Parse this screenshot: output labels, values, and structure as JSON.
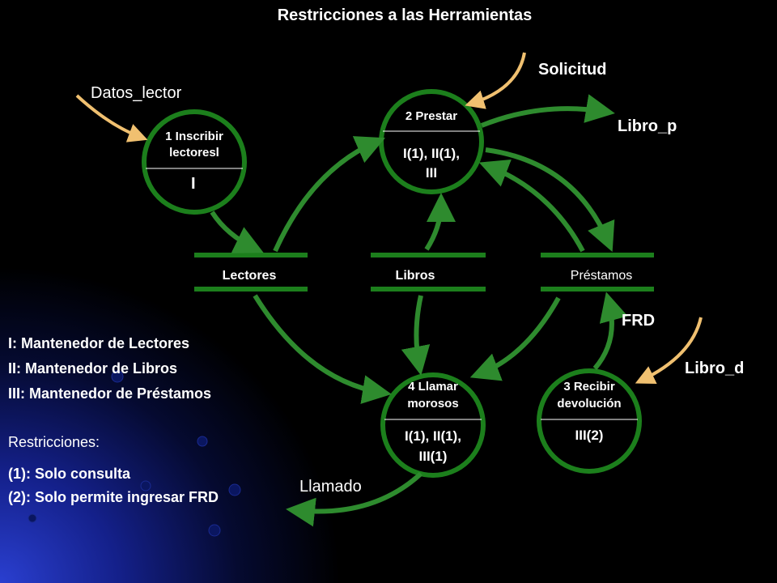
{
  "title": "Restricciones a las Herramientas",
  "colors": {
    "background": "#000000",
    "process_stroke": "#1c7f1c",
    "flow_arrow": "#2e8b2e",
    "external_arrow": "#f0c070",
    "blue_gradient": "#1a2fb0"
  },
  "external_flows": {
    "datos_lector": "Datos_lector",
    "solicitud": "Solicitud",
    "libro_p": "Libro_p",
    "frd": "FRD",
    "libro_d": "Libro_d",
    "llamado": "Llamado"
  },
  "processes": {
    "p1": {
      "name_line1": "1 Inscribir",
      "name_line2": "lectoresl",
      "restriction": "I"
    },
    "p2": {
      "name_line1": "2 Prestar",
      "restriction_line1": "I(1), II(1),",
      "restriction_line2": "III"
    },
    "p3": {
      "name_line1": "3 Recibir",
      "name_line2": "devolución",
      "restriction": "III(2)"
    },
    "p4": {
      "name_line1": "4 Llamar",
      "name_line2": "morosos",
      "restriction_line1": "I(1), II(1),",
      "restriction_line2": "III(1)"
    }
  },
  "stores": {
    "lectores": "Lectores",
    "libros": "Libros",
    "prestamos": "Préstamos"
  },
  "legend": {
    "items": [
      "I: Mantenedor de Lectores",
      "II: Mantenedor de Libros",
      "III: Mantenedor de Préstamos"
    ],
    "restrictions_label": "Restricciones:",
    "restrictions": [
      "(1): Solo consulta",
      "(2): Solo permite ingresar FRD"
    ]
  }
}
